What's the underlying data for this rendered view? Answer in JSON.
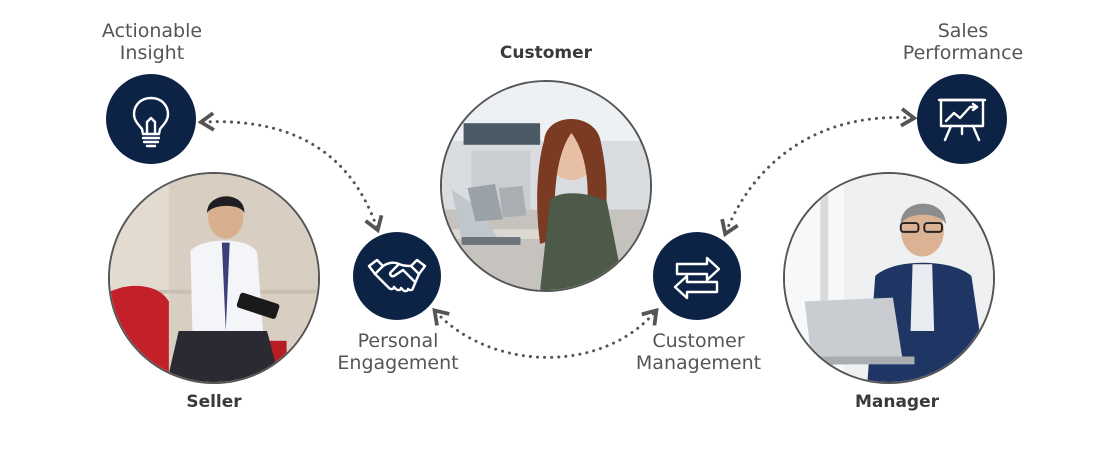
{
  "nodes": {
    "actionable_insight": {
      "label_line1": "Actionable",
      "label_line2": "Insight",
      "icon": "lightbulb-icon"
    },
    "sales_performance": {
      "label_line1": "Sales",
      "label_line2": "Performance",
      "icon": "presentation-chart-icon"
    },
    "personal_engagement": {
      "label_line1": "Personal",
      "label_line2": "Engagement",
      "icon": "handshake-icon"
    },
    "customer_management": {
      "label_line1": "Customer",
      "label_line2": "Management",
      "icon": "exchange-arrows-icon"
    }
  },
  "people": {
    "customer": {
      "label": "Customer"
    },
    "seller": {
      "label": "Seller"
    },
    "manager": {
      "label": "Manager"
    }
  },
  "colors": {
    "icon_background": "#0d2346",
    "connector": "#555555",
    "label_text": "#555555"
  }
}
